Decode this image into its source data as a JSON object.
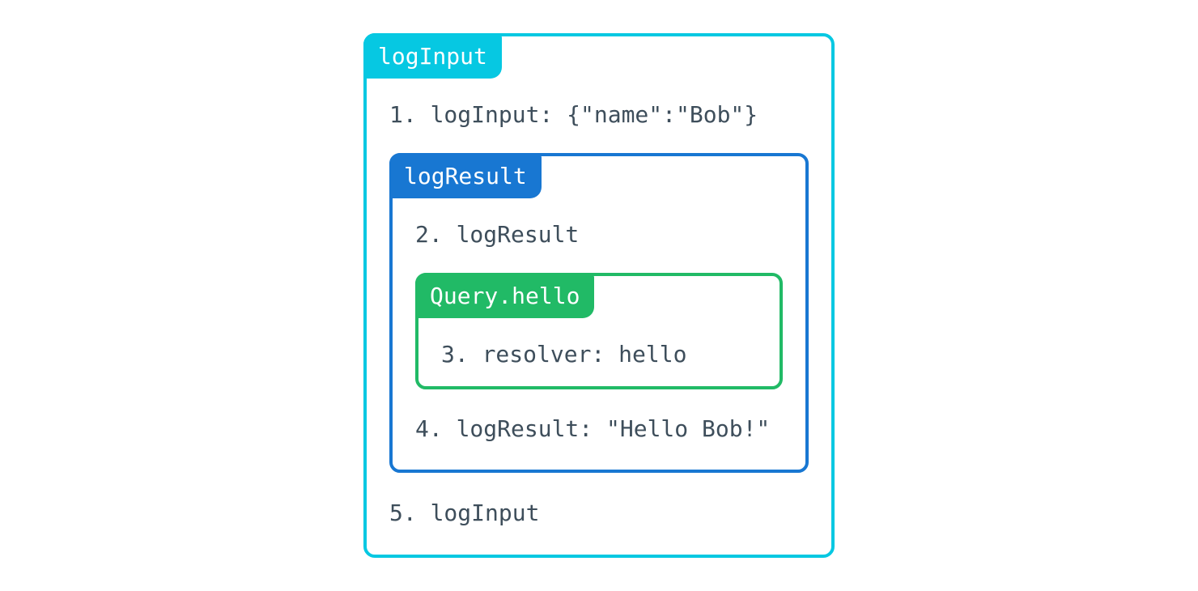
{
  "colors": {
    "outer_accent": "#06c8e2",
    "middle_accent": "#1877d2",
    "inner_accent": "#21ba66",
    "step_text": "#3e4e5b",
    "label_text": "#ffffff",
    "background": "#ffffff"
  },
  "diagram": {
    "outer": {
      "label": "logInput",
      "step_before": "1. logInput: {\"name\":\"Bob\"}",
      "step_after": "5. logInput",
      "middle": {
        "label": "logResult",
        "step_before": "2. logResult",
        "step_after": "4. logResult: \"Hello Bob!\"",
        "inner": {
          "label": "Query.hello",
          "step": "3. resolver: hello"
        }
      }
    }
  }
}
